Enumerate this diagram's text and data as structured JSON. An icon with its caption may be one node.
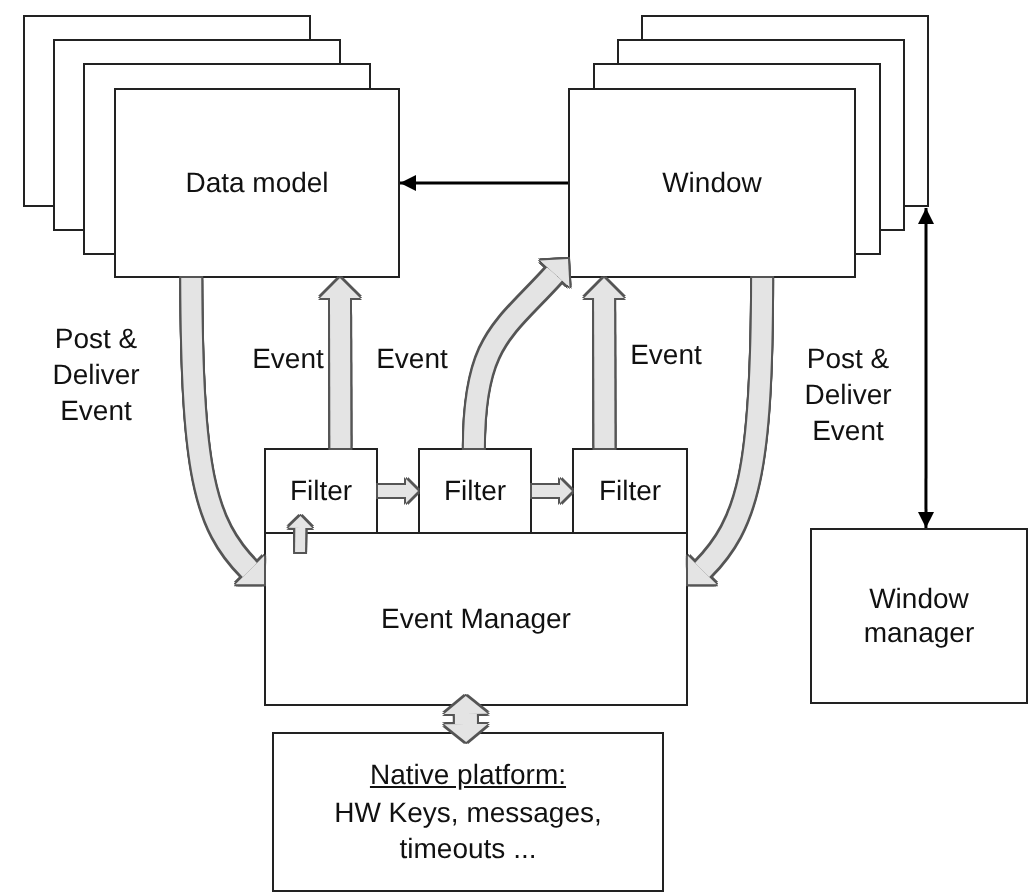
{
  "diagram": {
    "nodes": [
      {
        "text": [
          "Data model"
        ]
      },
      {
        "text": [
          "Window"
        ]
      },
      {
        "text": [
          "Filter"
        ]
      },
      {
        "text": [
          "Filter"
        ]
      },
      {
        "text": [
          "Filter"
        ]
      },
      {
        "text": [
          "Event Manager"
        ]
      },
      {
        "text": [
          "Window manager"
        ]
      },
      {
        "text": [
          "Native platform:",
          "HW Keys, messages, timeouts ..."
        ]
      }
    ],
    "edges": [
      {
        "from": 1,
        "to": 0,
        "arrow": "to",
        "color": "#000000"
      },
      {
        "from": 0,
        "to": 5,
        "arrow": "to",
        "label": "Post & Deliver Event"
      },
      {
        "from": 2,
        "to": 0,
        "arrow": "to",
        "label": "Event"
      },
      {
        "from": 3,
        "to": 1,
        "arrow": "to",
        "label": "Event"
      },
      {
        "from": 4,
        "to": 1,
        "arrow": "to",
        "label": "Event"
      },
      {
        "from": 1,
        "to": 5,
        "arrow": "to",
        "label": "Post & Deliver Event"
      },
      {
        "from": 2,
        "to": 3,
        "arrow": "to"
      },
      {
        "from": 3,
        "to": 4,
        "arrow": "to"
      },
      {
        "from": 5,
        "to": 2,
        "arrow": "to"
      },
      {
        "from": 6,
        "to": 1,
        "arrow": "both",
        "color": "#000000"
      },
      {
        "from": 5,
        "to": 7,
        "arrow": "both"
      }
    ]
  }
}
